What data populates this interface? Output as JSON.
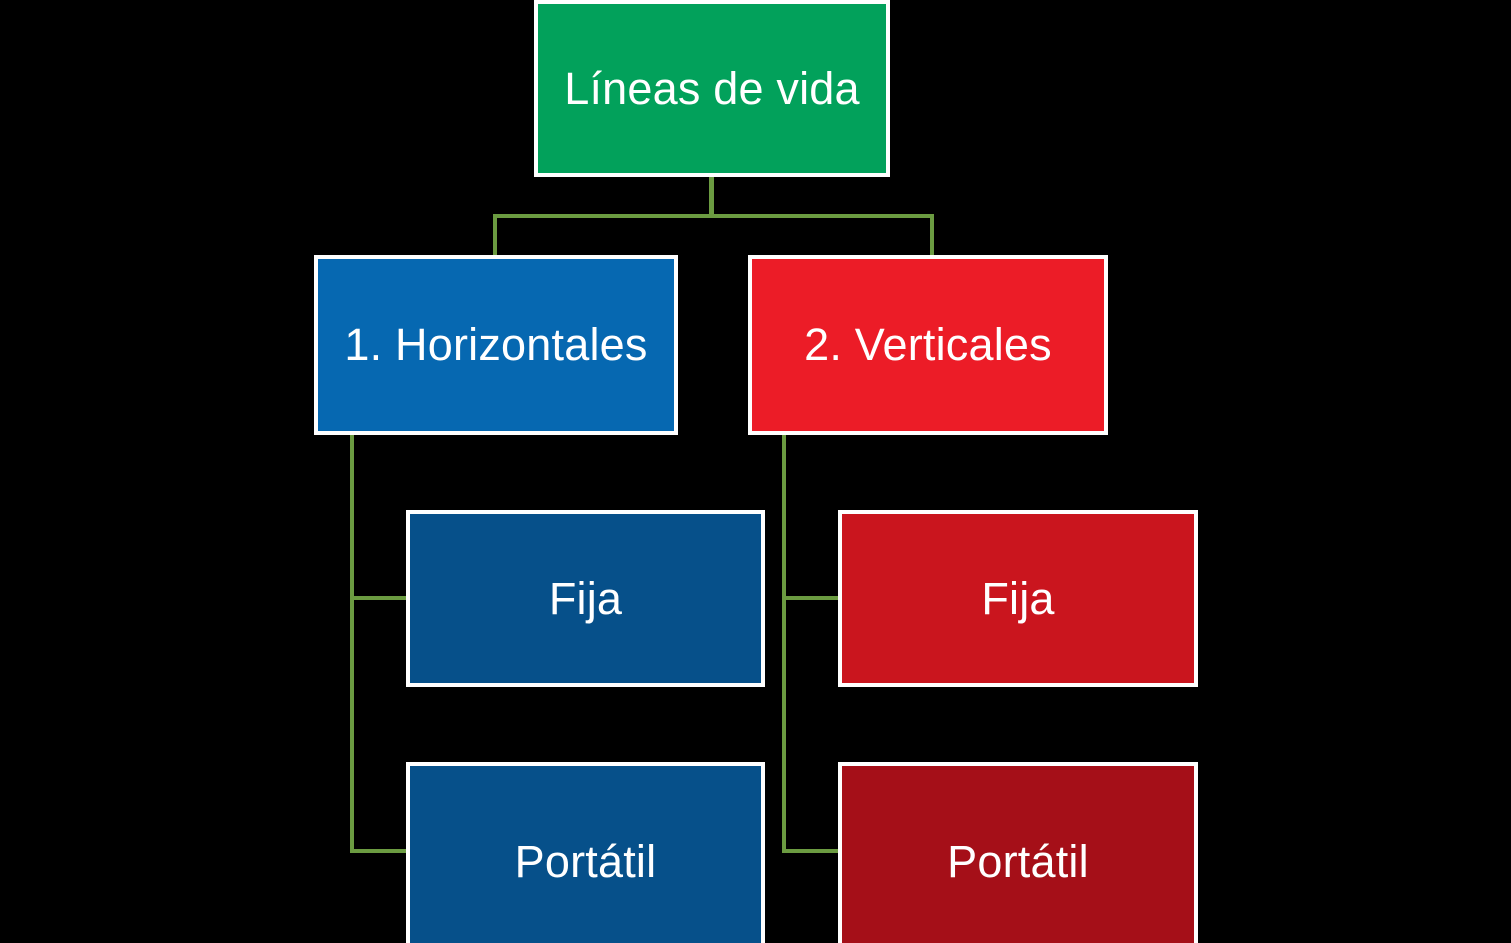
{
  "diagram": {
    "title": "Líneas de vida",
    "type": "tree",
    "background_color": "#000000",
    "connector_color": "#6b9b41",
    "node_border_color": "#ffffff",
    "node_text_color": "#ffffff",
    "nodes": {
      "root": {
        "label": "Líneas de vida",
        "color": "#02a15b",
        "level": 1
      },
      "horizontales": {
        "label": "1. Horizontales",
        "color": "#0668b1",
        "level": 2
      },
      "verticales": {
        "label": "2. Verticales",
        "color": "#ec1c27",
        "level": 2
      },
      "horizontales_fija": {
        "label": "Fija",
        "color": "#06508a",
        "level": 3
      },
      "horizontales_portatil": {
        "label": "Portátil",
        "color": "#06508a",
        "level": 3
      },
      "verticales_fija": {
        "label": "Fija",
        "color": "#ca151e",
        "level": 3
      },
      "verticales_portatil": {
        "label": "Portátil",
        "color": "#a50f18",
        "level": 3
      }
    }
  }
}
